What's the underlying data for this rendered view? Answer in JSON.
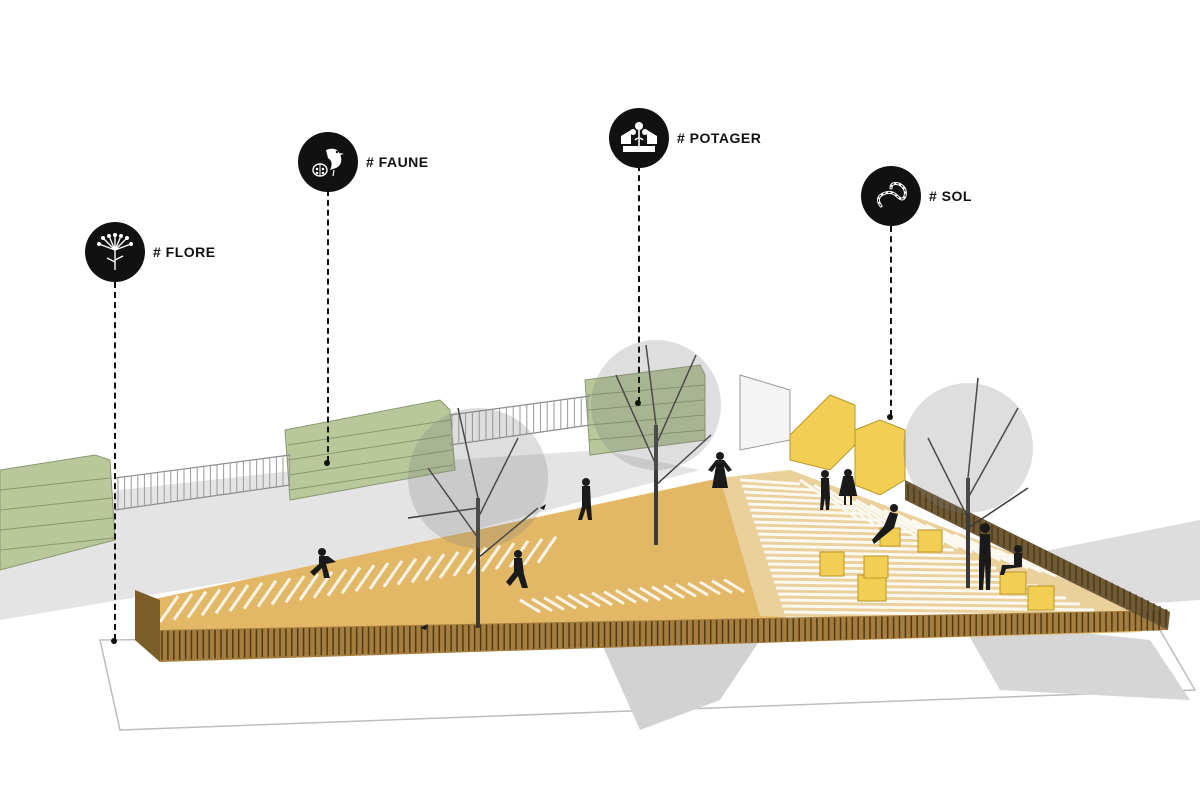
{
  "callouts": [
    {
      "id": "flore",
      "label": "# FLORE",
      "icon": "flower-umbel-icon"
    },
    {
      "id": "faune",
      "label": "# FAUNE",
      "icon": "bird-ladybug-icon"
    },
    {
      "id": "potager",
      "label": "# POTAGER",
      "icon": "vegetable-garden-icon"
    },
    {
      "id": "sol",
      "label": "# SOL",
      "icon": "earthworm-icon"
    }
  ],
  "colors": {
    "ground": "#e2b866",
    "wood": "#c89a45",
    "wall": "#b9c79a",
    "benches": "#f2cf52",
    "shadow": "#d9d9d9"
  }
}
